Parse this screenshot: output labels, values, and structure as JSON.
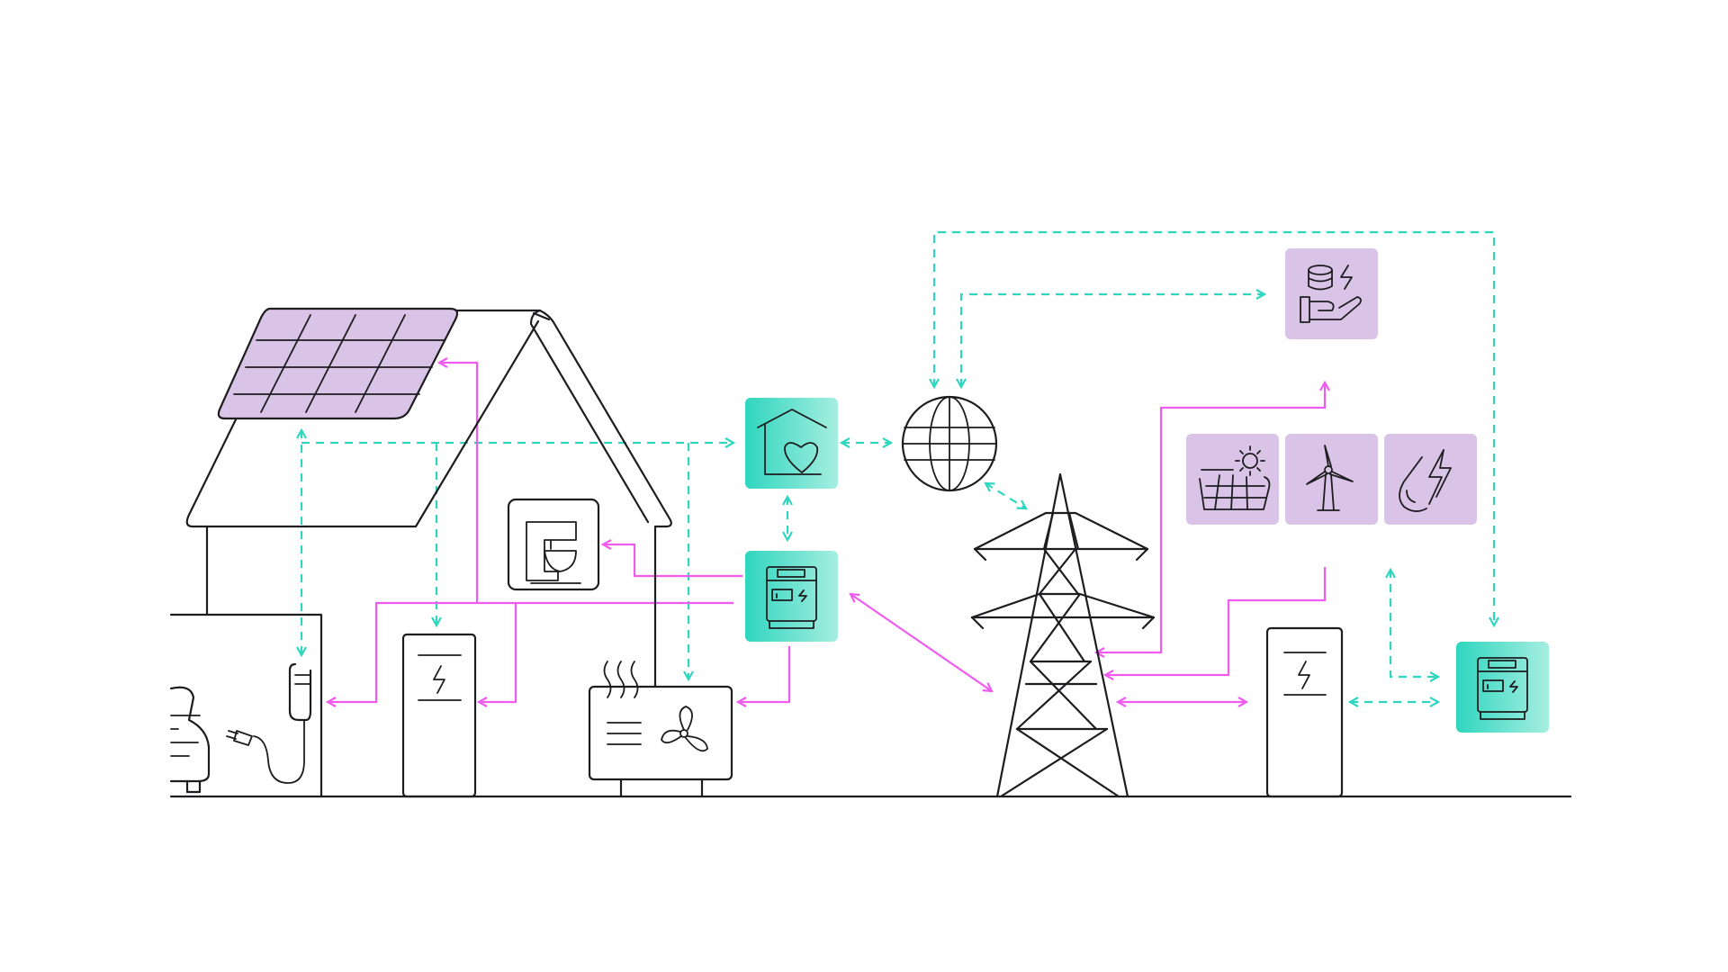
{
  "diagram": {
    "colors": {
      "outline": "#1d1d1f",
      "power_flow": "#ee5bee",
      "data_flow": "#2fd6bf",
      "tile_purple": "#d9c3e6",
      "tile_teal_start": "#2fd6bf",
      "tile_teal_end": "#a6eee0",
      "background": "#ffffff"
    },
    "nodes": [
      {
        "id": "solar-panel",
        "icon": "solar-panel-icon"
      },
      {
        "id": "house",
        "icon": "house-icon"
      },
      {
        "id": "kitchen-appliance",
        "icon": "stand-mixer-icon"
      },
      {
        "id": "home-energy-manager",
        "icon": "house-heart-icon"
      },
      {
        "id": "home-smart-meter",
        "icon": "smart-meter-icon"
      },
      {
        "id": "cloud-internet",
        "icon": "globe-icon"
      },
      {
        "id": "ev-charger",
        "icon": "ev-charger-icon"
      },
      {
        "id": "electric-car",
        "icon": "car-icon"
      },
      {
        "id": "home-battery",
        "icon": "battery-lightning-icon"
      },
      {
        "id": "heat-pump",
        "icon": "heat-pump-fan-icon"
      },
      {
        "id": "transmission-tower",
        "icon": "power-pylon-icon"
      },
      {
        "id": "grid-battery",
        "icon": "battery-lightning-icon"
      },
      {
        "id": "grid-smart-meter",
        "icon": "smart-meter-icon"
      },
      {
        "id": "energy-trading",
        "icon": "hand-coins-lightning-icon"
      },
      {
        "id": "solar-farm",
        "icon": "solar-sun-icon"
      },
      {
        "id": "wind-power",
        "icon": "wind-turbine-icon"
      },
      {
        "id": "hydro-power",
        "icon": "water-drop-lightning-icon"
      }
    ]
  }
}
